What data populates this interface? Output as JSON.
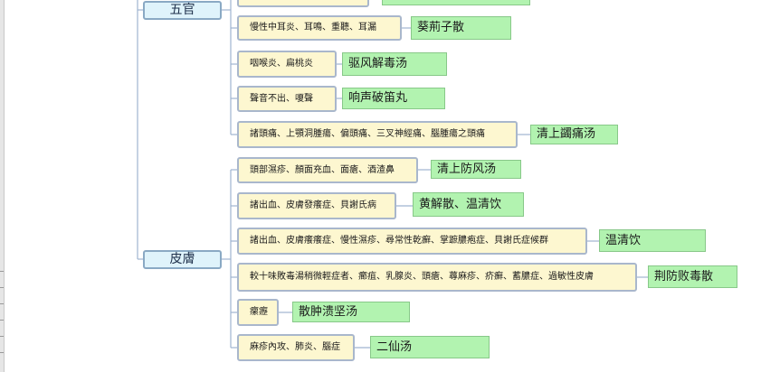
{
  "categories": {
    "wuguan": "五官",
    "pifu": "皮膚"
  },
  "nodes": [
    {
      "text": "慢性中耳炎、耳鳴、重聽、耳漏",
      "label": "葵荊子散"
    },
    {
      "text": "咽喉炎、扁桃炎",
      "label": "驱风解毒汤"
    },
    {
      "text": "聲音不出、嗄聲",
      "label": "响声破笛丸"
    },
    {
      "text": "諸頭痛、上顎洞腫瘍、偏頭痛、三叉神經痛、腦腫瘍之頭痛",
      "label": "清上蠲痛汤"
    },
    {
      "text": "頭部濕疹、顏面充血、面瘡、酒渣鼻",
      "label": "清上防风汤"
    },
    {
      "text": "諸出血、皮膚發癢症、貝謝氏病",
      "label": "黄解散、温清饮"
    },
    {
      "text": "諸出血、皮膚癢癢症、慢性濕疹、尋常性乾癬、掌蹠膿疱症、貝謝氏症候群",
      "label": "温清饮"
    },
    {
      "text": "較十味敗毒湯稍微輕症者、癤疽、乳腺炎、頭瘡、蕁麻疹、疥癬、蓄膿症、過敏性皮膚",
      "label": "荆防败毒散"
    },
    {
      "text": "瘰癧",
      "label": "散肿溃坚汤"
    },
    {
      "text": "麻疹內攻、肺炎、腦症",
      "label": "二仙汤"
    }
  ]
}
